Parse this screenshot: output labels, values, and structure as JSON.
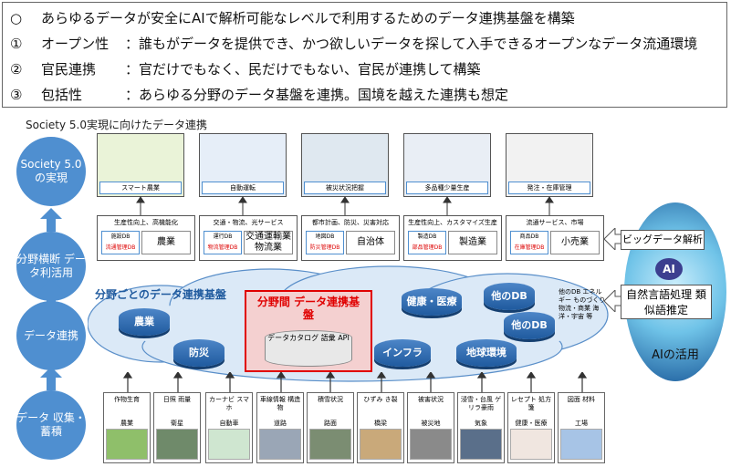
{
  "header": {
    "lines": [
      {
        "mark": "○",
        "title": "",
        "text": "あらゆるデータが安全にAIで解析可能なレベルで利用するためのデータ連携基盤を構築"
      },
      {
        "mark": "①",
        "title": "オープン性",
        "text": "：誰もがデータを提供でき、かつ欲しいデータを探して入手できるオープンなデータ流通環境"
      },
      {
        "mark": "②",
        "title": "官民連携",
        "text": "：官だけでもなく、民だけでもない、官民が連携して構築"
      },
      {
        "mark": "③",
        "title": "包括性",
        "text": "：あらゆる分野のデータ基盤を連携。国境を越えた連携も想定"
      }
    ]
  },
  "subtitle": "Society 5.0実現に向けたデータ連携",
  "left_column": {
    "stages": [
      "Society 5.0 の実現",
      "分野横断 データ利活用",
      "データ連携",
      "データ 収集・蓄積"
    ]
  },
  "usecases": [
    "スマート農業",
    "自動運転",
    "被災状況把握",
    "多品種少量生産",
    "発注・在庫管理"
  ],
  "industries": [
    {
      "caption": "生産性向上、高機能化",
      "db1": "施設DB",
      "db2": "流通管理DB",
      "name": "農業"
    },
    {
      "caption": "交通・物流、光サービス",
      "db1": "運行DB",
      "db2": "物流管理DB",
      "name": "交通運輸業 物流業"
    },
    {
      "caption": "都市計画、防災、災害対応",
      "db1": "地図DB",
      "db2": "防災管理DB",
      "name": "自治体"
    },
    {
      "caption": "生産性向上、カスタマイズ生産",
      "db1": "製造DB",
      "db2": "部品管理DB",
      "name": "製造業"
    },
    {
      "caption": "流通サービス、市場",
      "db1": "商品DB",
      "db2": "在庫管理DB",
      "name": "小売業"
    }
  ],
  "platform": {
    "label": "分野ごとのデータ連携基盤",
    "center_title": "分野間 データ連携基盤",
    "center_sub": "データカタログ 語彙 API",
    "cylinders": [
      "農業",
      "防災",
      "インフラ",
      "地球環境",
      "健康・医療",
      "他のDB",
      "他のDB"
    ],
    "other_fields": "他のDB エネルギー ものづくり 物流・商業 海洋・宇宙 等"
  },
  "sources": [
    {
      "top": "作物生育",
      "bottom": "農業"
    },
    {
      "top": "日照 雨量",
      "bottom": "衛星"
    },
    {
      "top": "カーナビ スマホ",
      "bottom": "自動車"
    },
    {
      "top": "車線情報 構造物",
      "bottom": "道路"
    },
    {
      "top": "積雪状況",
      "bottom": "路面"
    },
    {
      "top": "ひずみ き裂",
      "bottom": "橋梁"
    },
    {
      "top": "被害状況",
      "bottom": "被災地"
    },
    {
      "top": "浸雪・台風 ゲリラ豪雨",
      "bottom": "気象"
    },
    {
      "top": "レセプト 処方箋",
      "bottom": "健康・医療"
    },
    {
      "top": "図面 材料",
      "bottom": "工場"
    }
  ],
  "ai": {
    "bigdata": "ビッグデータ解析",
    "nlp": "自然言語処理 類似語推定",
    "badge": "AI",
    "usage": "AIの活用"
  },
  "colors": {
    "accent": "#4f8fd0",
    "dark_blue": "#1f5a9e",
    "red": "#e00000"
  }
}
